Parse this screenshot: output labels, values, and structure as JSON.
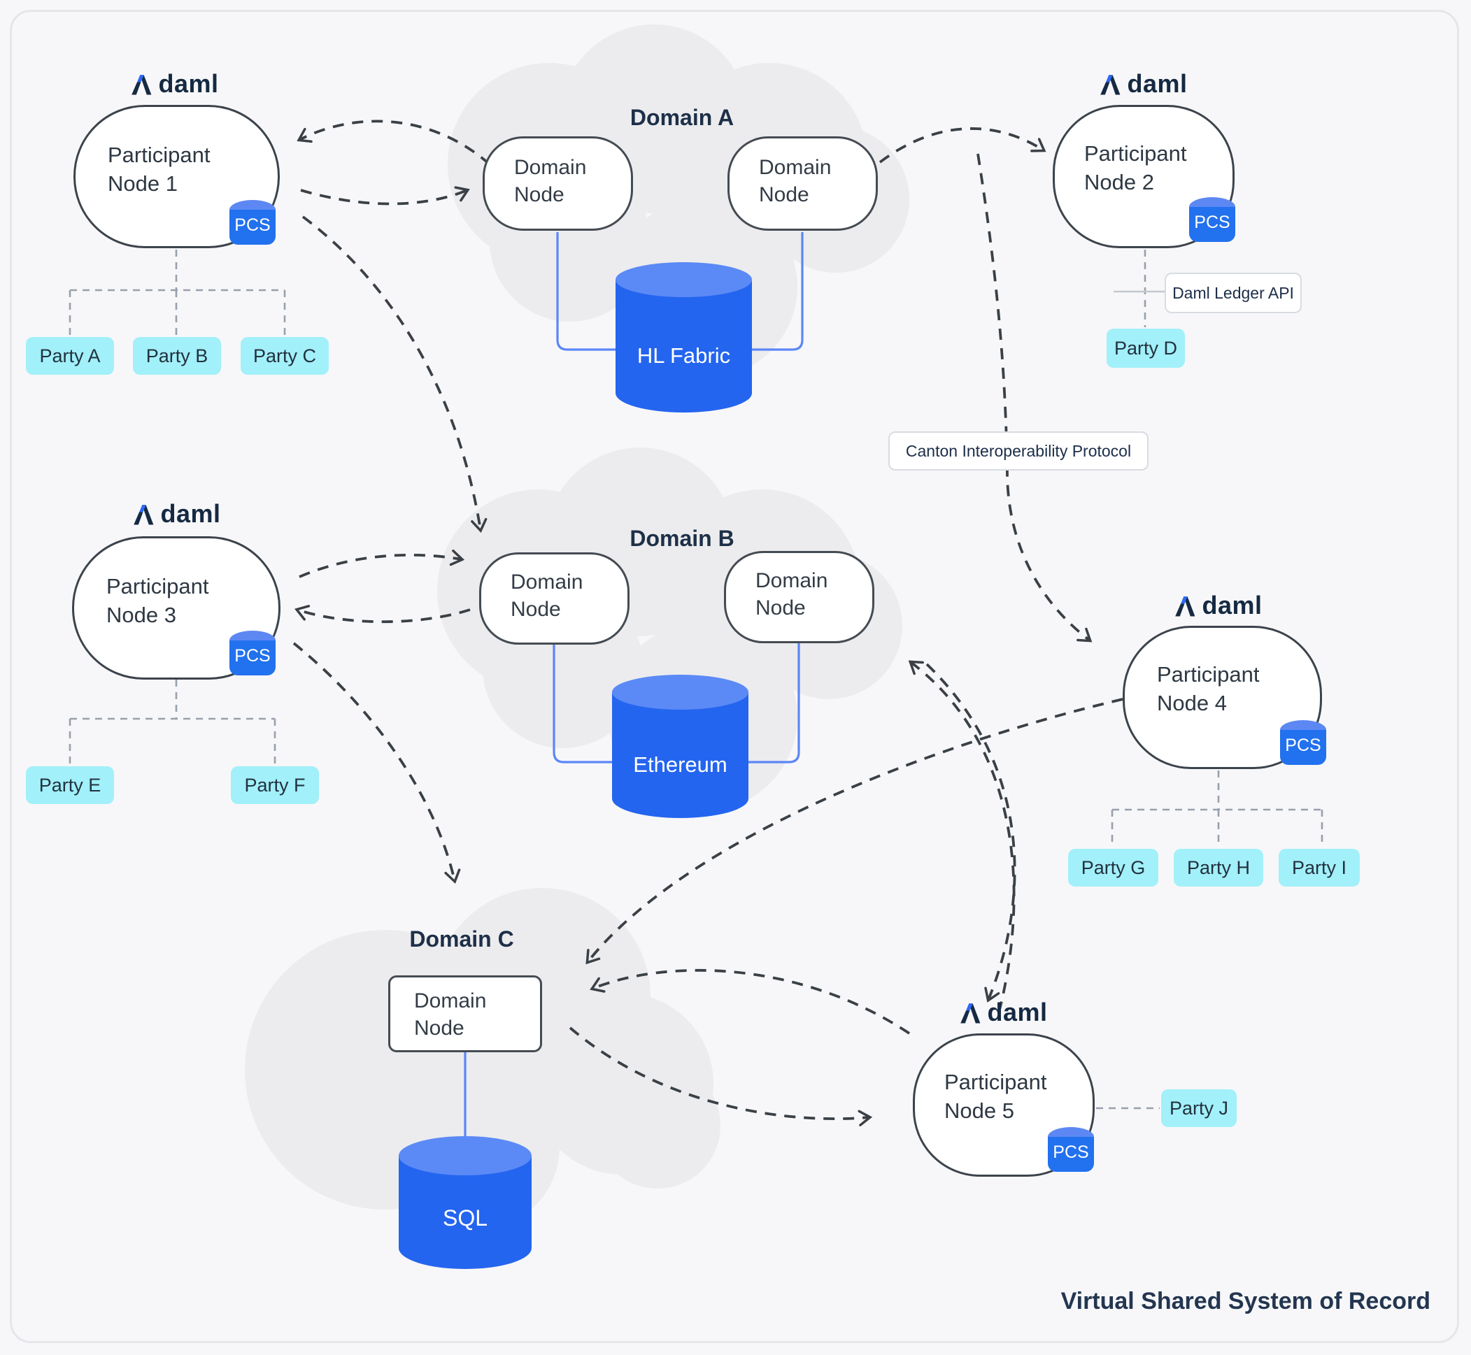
{
  "diagram_title": "Virtual Shared System of Record",
  "brand": {
    "logo_text": "daml"
  },
  "badges": {
    "pcs": "PCS"
  },
  "labels": {
    "daml_ledger_api": "Daml Ledger API",
    "canton_protocol": "Canton Interoperability Protocol"
  },
  "domains": [
    {
      "name": "Domain A",
      "ledger": "HL Fabric",
      "nodes": [
        "Domain Node",
        "Domain Node"
      ]
    },
    {
      "name": "Domain B",
      "ledger": "Ethereum",
      "nodes": [
        "Domain Node",
        "Domain Node"
      ]
    },
    {
      "name": "Domain C",
      "ledger": "SQL",
      "nodes": [
        "Domain Node"
      ]
    }
  ],
  "participants": [
    {
      "name": "Participant Node 1",
      "parties": [
        "Party A",
        "Party B",
        "Party C"
      ]
    },
    {
      "name": "Participant Node 2",
      "parties": [
        "Party D"
      ]
    },
    {
      "name": "Participant Node 3",
      "parties": [
        "Party E",
        "Party F"
      ]
    },
    {
      "name": "Participant Node 4",
      "parties": [
        "Party G",
        "Party H",
        "Party I"
      ]
    },
    {
      "name": "Participant Node 5",
      "parties": [
        "Party J"
      ]
    }
  ],
  "colors": {
    "background": "#f7f7f9",
    "cloud": "#ececee",
    "node_border": "#3c434b",
    "ledger_blue": "#2465ef",
    "ledger_blue_light": "#5b8af6",
    "party_cyan": "#a2f0f9",
    "navy_text": "#1c2e49",
    "arrow_dark": "#3a4046",
    "connector_gray": "#98a0ab",
    "logo_blue": "#2b68f5"
  }
}
